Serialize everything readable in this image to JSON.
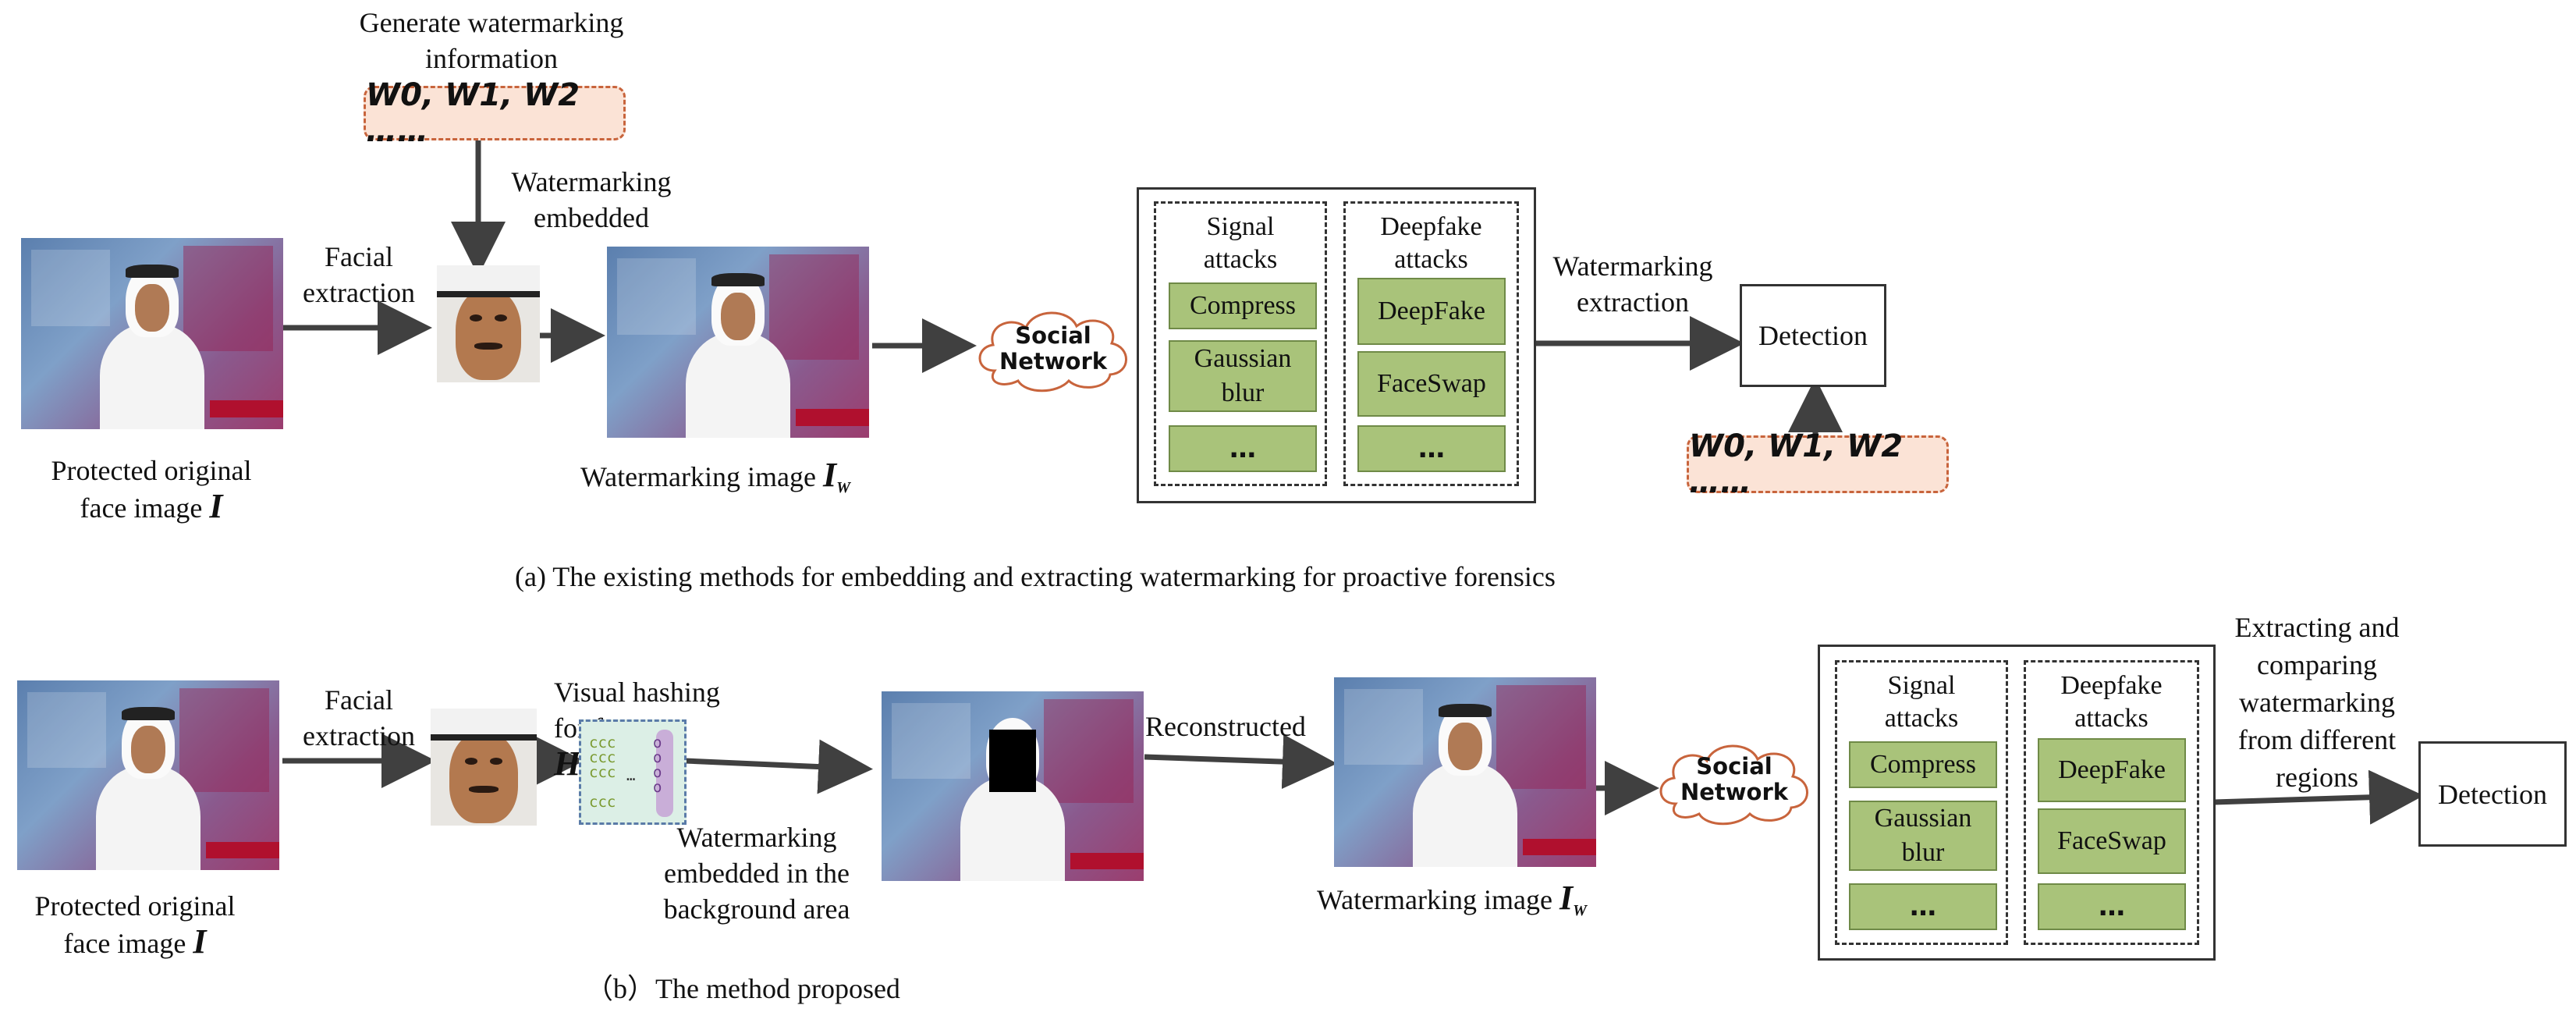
{
  "panel_a": {
    "wm_label": "Generate watermarking\ninformation",
    "wm_tag": "W0, W1, W2 ……",
    "embed_label": "Watermarking\nembedded",
    "facial_label": "Facial\nextraction",
    "protected_label_1": "Protected original",
    "protected_label_2": "face image",
    "protected_symbol": "I",
    "wm_image_label": "Watermarking image",
    "wm_image_symbol": "I",
    "wm_image_sub": "W",
    "social": "Social\nNetwork",
    "signal_title": "Signal\nattacks",
    "signal_items": [
      "Compress",
      "Gaussian\nblur",
      "…"
    ],
    "deepfake_title": "Deepfake\nattacks",
    "deepfake_items": [
      "DeepFake",
      "FaceSwap",
      "…"
    ],
    "extract_label": "Watermarking\nextraction",
    "detection": "Detection",
    "detect_tag": "W0, W1, W2 ……",
    "caption": "(a) The existing methods for embedding and extracting watermarking for proactive forensics"
  },
  "panel_b": {
    "facial_label": "Facial\nextraction",
    "hash_label": "Visual hashing\nfor face",
    "hash_symbol": "H",
    "embed_label": "Watermarking\nembedded in the\nbackground area",
    "recon_label": "Reconstructed",
    "protected_label_1": "Protected original",
    "protected_label_2": "face image",
    "protected_symbol": "I",
    "wm_image_label": "Watermarking image",
    "wm_image_symbol": "I",
    "wm_image_sub": "W",
    "social": "Social\nNetwork",
    "signal_title": "Signal\nattacks",
    "signal_items": [
      "Compress",
      "Gaussian\nblur",
      "…"
    ],
    "deepfake_title": "Deepfake\nattacks",
    "deepfake_items": [
      "DeepFake",
      "FaceSwap",
      "…"
    ],
    "extract_label": "Extracting and\ncomparing\nwatermarking\nfrom different\nregions",
    "detection": "Detection",
    "caption": "（b）The  method proposed"
  },
  "colors": {
    "arrow": "#404040",
    "attack_fill": "#a9c37a",
    "tag_fill": "#fbe3d6",
    "tag_border": "#c8643c",
    "cloud_border": "#c8643c"
  }
}
